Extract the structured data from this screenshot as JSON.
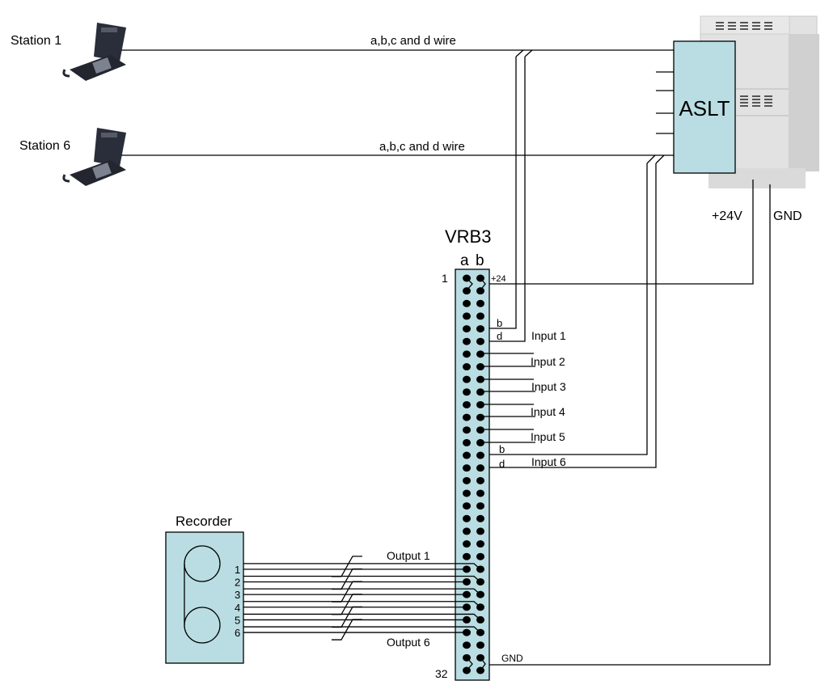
{
  "title": "VRB3 wiring diagram",
  "colors": {
    "box_fill": "#b9dde2",
    "wire": "#000000",
    "pbx_body": "#dcdcdc",
    "phone": "#2a2d3a"
  },
  "stations": [
    {
      "label": "Station 1",
      "wire_label": "a,b,c and d wire"
    },
    {
      "label": "Station 6",
      "wire_label": "a,b,c and d wire"
    }
  ],
  "aslt": {
    "label": "ASLT"
  },
  "power": {
    "v24_label": "+24V",
    "gnd_label": "GND"
  },
  "vrb3": {
    "title": "VRB3",
    "col_a": "a",
    "col_b": "b",
    "row_first": "1",
    "row_last": "32",
    "rows": 32,
    "pin_v24_label": "+24",
    "pin_gnd_label": "GND",
    "b_label": "b",
    "d_label": "d",
    "inputs": [
      "Input 1",
      "Input 2",
      "Input 3",
      "Input 4",
      "Input 5",
      "Input 6"
    ]
  },
  "recorder": {
    "title": "Recorder",
    "channels": [
      "1",
      "2",
      "3",
      "4",
      "5",
      "6"
    ],
    "output_first": "Output 1",
    "output_last": "Output 6"
  }
}
